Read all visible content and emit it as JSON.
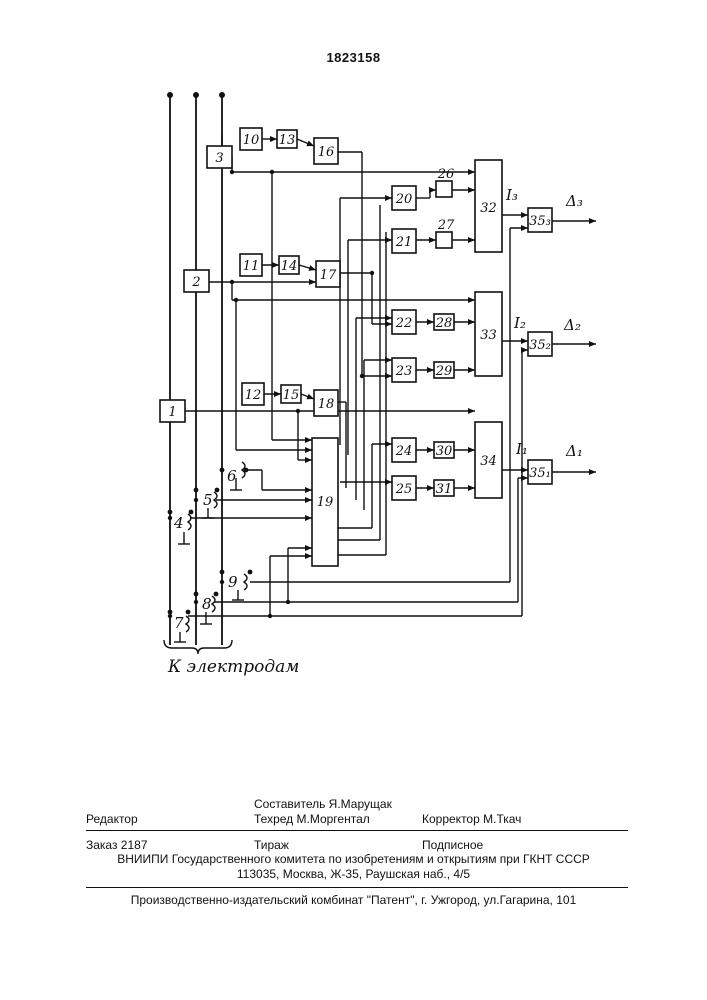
{
  "header": {
    "patent_number": "1823158"
  },
  "diagram": {
    "blocks": {
      "b1": "1",
      "b2": "2",
      "b3": "3",
      "b10": "10",
      "b11": "11",
      "b12": "12",
      "b13": "13",
      "b14": "14",
      "b15": "15",
      "b16": "16",
      "b17": "17",
      "b18": "18",
      "b19": "19",
      "b20": "20",
      "b21": "21",
      "b22": "22",
      "b23": "23",
      "b24": "24",
      "b25": "25",
      "b26": "26",
      "b27": "27",
      "b28": "28",
      "b29": "29",
      "b30": "30",
      "b31": "31",
      "b32": "32",
      "b33": "33",
      "b34": "34",
      "b35_3": "35₃",
      "b35_2": "35₂",
      "b35_1": "35₁"
    },
    "switches": {
      "s4": "4",
      "s5": "5",
      "s6": "6",
      "s7": "7",
      "s8": "8",
      "s9": "9"
    },
    "signals": {
      "i3": "I₃",
      "i2": "I₂",
      "i1": "I₁",
      "d3": "Δ₃",
      "d2": "Δ₂",
      "d1": "Δ₁"
    },
    "caption": "К электродам"
  },
  "footer": {
    "editor": "Редактор",
    "compiler": "Составитель Я.Марущак",
    "techred": "Техред М.Моргентал",
    "corrector": "Корректор М.Ткач",
    "order": "Заказ 2187",
    "circulation": "Тираж",
    "subscription": "Подписное",
    "institute": "ВНИИПИ Государственного комитета по изобретениям и открытиям при ГКНТ СССР",
    "address": "113035, Москва, Ж-35, Раушская наб., 4/5",
    "printer": "Производственно-издательский комбинат \"Патент\", г. Ужгород, ул.Гагарина, 101"
  }
}
